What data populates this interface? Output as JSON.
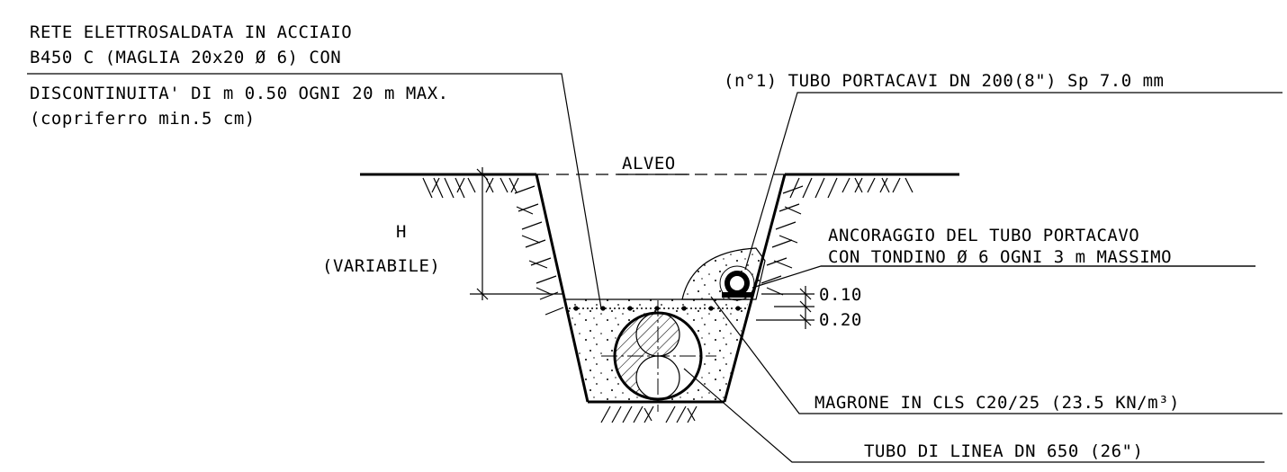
{
  "labels": {
    "rete_line1": "RETE ELETTROSALDATA IN ACCIAIO",
    "rete_line2": "B450 C (MAGLIA 20x20 Ø 6) CON",
    "rete_line3": "DISCONTINUITA' DI m 0.50 OGNI 20 m MAX.",
    "rete_line4": "(copriferro min.5 cm)",
    "tubo_portacavi": "(n°1) TUBO PORTACAVI DN 200(8\") Sp 7.0 mm",
    "alveo": "ALVEO",
    "h": "H",
    "variabile": "(VARIABILE)",
    "ancoraggio_line1": "ANCORAGGIO DEL TUBO PORTACAVO",
    "ancoraggio_line2": "CON TONDINO Ø 6 OGNI 3 m MASSIMO",
    "dim_010": "0.10",
    "dim_020": "0.20",
    "magrone": "MAGRONE IN CLS C20/25 (23.5 KN/m³)",
    "tubo_linea": "TUBO DI LINEA DN 650 (26\")"
  }
}
